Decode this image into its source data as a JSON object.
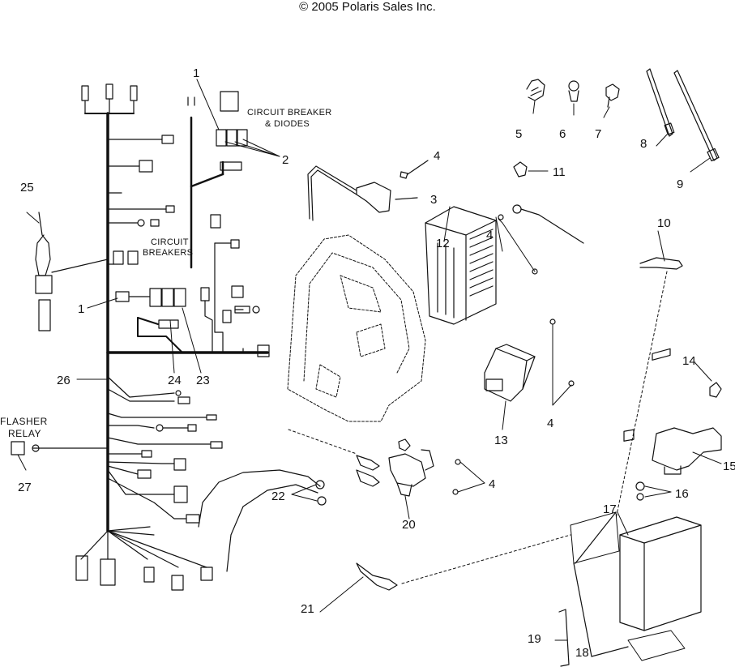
{
  "header": {
    "copyright": "© 2005 Polaris Sales Inc."
  },
  "labels": {
    "circuit_breaker_diodes_line1": "CIRCUIT BREAKER",
    "circuit_breaker_diodes_line2": "& DIODES",
    "circuit_breakers_line1": "CIRCUIT",
    "circuit_breakers_line2": "BREAKERS",
    "flasher_relay_line1": "FLASHER",
    "flasher_relay_line2": "RELAY"
  },
  "callouts": {
    "c1a": "1",
    "c1b": "1",
    "c2": "2",
    "c3": "3",
    "c4a": "4",
    "c4b": "4",
    "c4c": "4",
    "c4d": "4",
    "c5": "5",
    "c6": "6",
    "c7": "7",
    "c8": "8",
    "c9": "9",
    "c10": "10",
    "c11": "11",
    "c12": "12",
    "c13": "13",
    "c14": "14",
    "c15": "15",
    "c16": "16",
    "c17": "17",
    "c18": "18",
    "c19": "19",
    "c20": "20",
    "c21": "21",
    "c22": "22",
    "c23": "23",
    "c24": "24",
    "c25": "25",
    "c26": "26",
    "c27": "27"
  }
}
